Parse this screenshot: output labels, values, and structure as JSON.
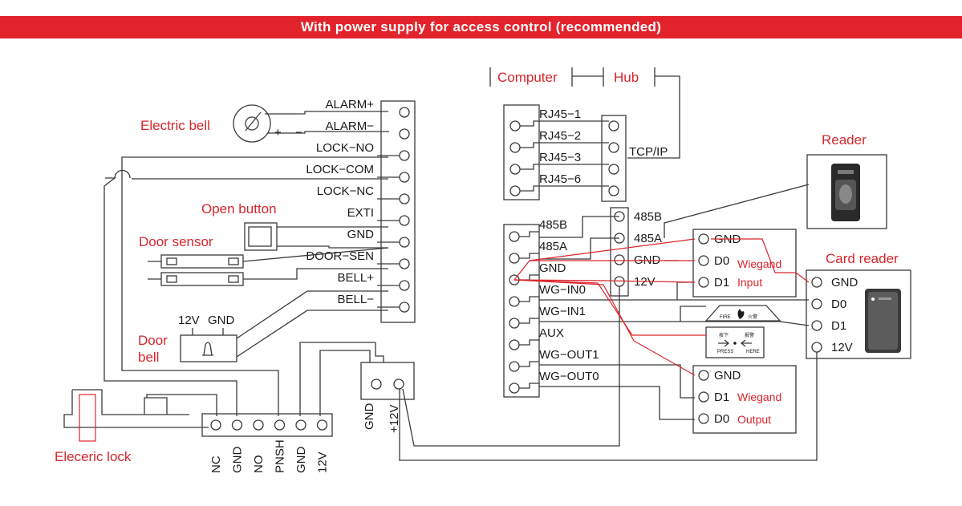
{
  "header": {
    "title": "With power supply for access control (recommended)",
    "color": "#e3232c"
  },
  "left_terminals": [
    "ALARM+",
    "ALARM−",
    "LOCK−NO",
    "LOCK−COM",
    "LOCK−NC",
    "EXTI",
    "GND",
    "DOOR−SEN",
    "BELL+",
    "BELL−"
  ],
  "labels": {
    "electric_bell": "Electric bell",
    "plus": "+",
    "minus": "−",
    "open_button": "Open button",
    "door_sensor": "Door sensor",
    "door_bell_1": "Door",
    "door_bell_2": "bell",
    "bell_12v": "12V",
    "bell_gnd": "GND",
    "electric_lock": "Eleceric lock",
    "computer": "Computer",
    "hub": "Hub",
    "tcpip": "TCP/IP",
    "reader": "Reader",
    "card_reader": "Card reader",
    "gnd_ps": "GND",
    "v12_ps": "+12V"
  },
  "lock_terminals": [
    "NC",
    "GND",
    "NO",
    "PNSH",
    "GND",
    "12V"
  ],
  "rj45_labels": [
    "RJ45−1",
    "RJ45−2",
    "RJ45−3",
    "RJ45−6"
  ],
  "right_main": [
    "485B",
    "485A",
    "GND",
    "WG−IN0",
    "WG−IN1",
    "AUX",
    "WG−OUT1",
    "WG−OUT0"
  ],
  "reader_terms": [
    "485B",
    "485A",
    "GND",
    "12V"
  ],
  "wiegand_in": {
    "rows": [
      "GND",
      "D0",
      "D1"
    ],
    "title1": "Wiegand",
    "title2": "Input"
  },
  "wiegand_out": {
    "rows": [
      "GND",
      "D1",
      "D0"
    ],
    "title1": "Wiegand",
    "title2": "Output"
  },
  "card_terms": [
    "GND",
    "D0",
    "D1",
    "12V"
  ],
  "fire_box": {
    "fire_en": "FIRE",
    "fire_cn": "火警"
  },
  "exit_box": {
    "cn1": "按下",
    "cn2": "报警",
    "en1": "PRESS",
    "en2": "HERE"
  },
  "colors": {
    "accent_red": "#d9262c",
    "line": "#3a3a3a"
  }
}
